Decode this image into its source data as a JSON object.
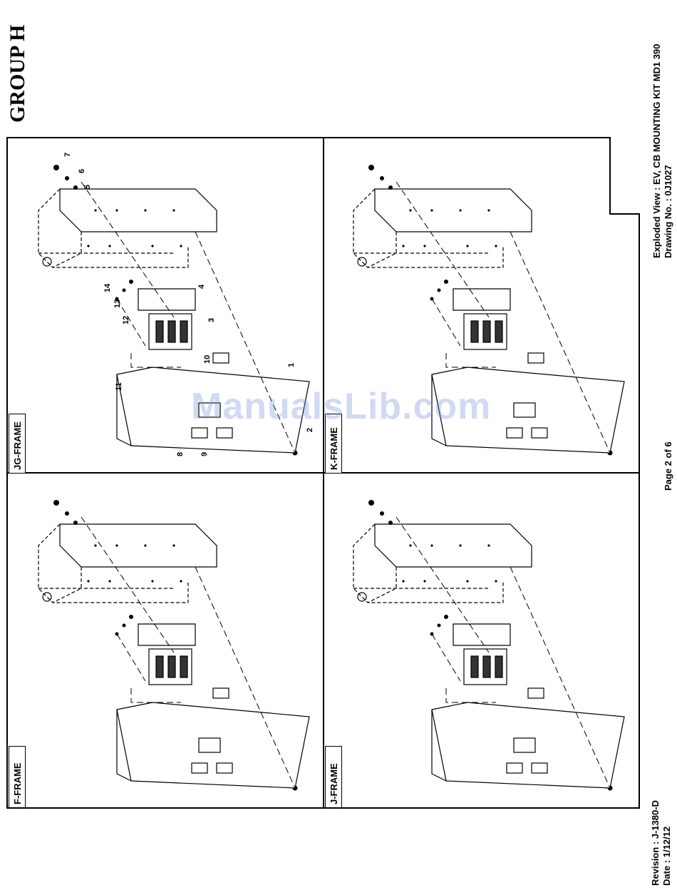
{
  "header": {
    "group": "GROUP H"
  },
  "title_block": {
    "title": "Exploded View : EV, CB MOUNTING KIT MD1 390",
    "drawing": "Drawing No. : 0J1027",
    "page": "Page 2 of 6",
    "revision": "Revision : J-1380-D",
    "date": "Date : 1/12/12"
  },
  "watermark": "ManualsLib.com",
  "panels": {
    "jg": {
      "label": "JG-FRAME"
    },
    "f": {
      "label": "F-FRAME"
    },
    "k": {
      "label": "K-FRAME"
    },
    "j": {
      "label": "J-FRAME"
    }
  },
  "callouts": [
    "1",
    "2",
    "3",
    "4",
    "5",
    "6",
    "7",
    "8",
    "9",
    "10",
    "11",
    "12",
    "13",
    "14"
  ]
}
